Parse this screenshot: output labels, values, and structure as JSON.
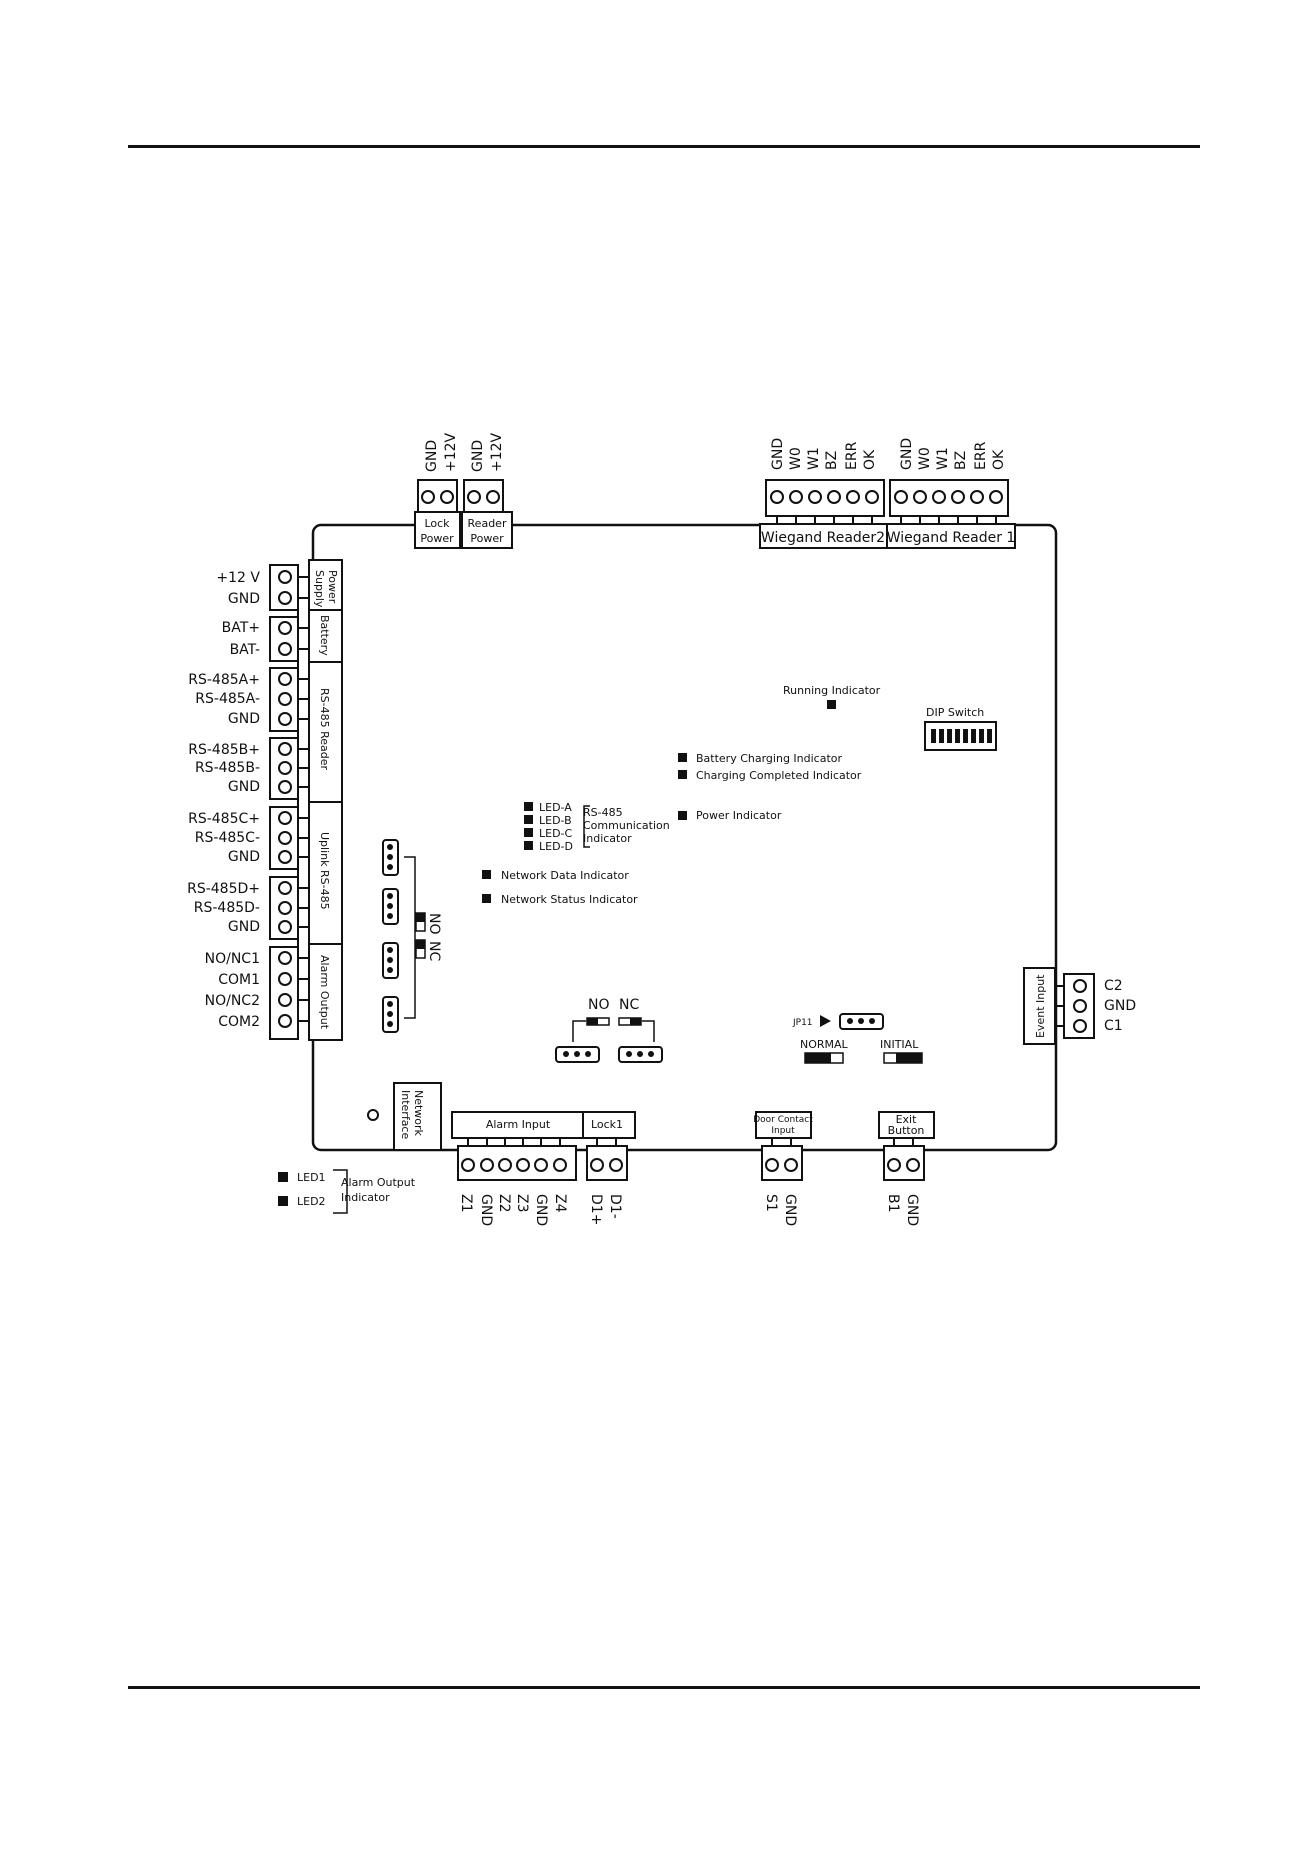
{
  "top_connectors": {
    "lock_power": {
      "pins": [
        "GND",
        "+12V"
      ],
      "label_l1": "Lock",
      "label_l2": "Power"
    },
    "reader_power": {
      "pins": [
        "GND",
        "+12V"
      ],
      "label_l1": "Reader",
      "label_l2": "Power"
    },
    "wiegand_reader2": {
      "pins": [
        "GND",
        "W0",
        "W1",
        "BZ",
        "ERR",
        "OK"
      ],
      "label": "Wiegand Reader2"
    },
    "wiegand_reader1": {
      "pins": [
        "GND",
        "W0",
        "W1",
        "BZ",
        "ERR",
        "OK"
      ],
      "label": "Wiegand Reader 1"
    }
  },
  "left_connectors": {
    "power_supply": {
      "pins": [
        "+12 V",
        "GND"
      ],
      "label_l1": "Power",
      "label_l2": "Supply"
    },
    "battery": {
      "pins": [
        "BAT+",
        "BAT-"
      ],
      "label": "Battery"
    },
    "rs485_reader_label": "RS-485 Reader",
    "rs485_a": [
      "RS-485A+",
      "RS-485A-",
      "GND"
    ],
    "rs485_b": [
      "RS-485B+",
      "RS-485B-",
      "GND"
    ],
    "uplink_label": "Uplink RS-485",
    "rs485_c": [
      "RS-485C+",
      "RS-485C-",
      "GND"
    ],
    "rs485_d": [
      "RS-485D+",
      "RS-485D-",
      "GND"
    ],
    "alarm_output": {
      "pins": [
        "NO/NC1",
        "COM1",
        "NO/NC2",
        "COM2"
      ],
      "label": "Alarm Output"
    }
  },
  "indicators": {
    "running": "Running Indicator",
    "dip_switch": "DIP Switch",
    "battery_charging": "Battery Charging Indicator",
    "charging_completed": "Charging Completed Indicator",
    "power": "Power Indicator",
    "leds": [
      "LED-A",
      "LED-B",
      "LED-C",
      "LED-D"
    ],
    "rs485_comm": [
      "RS-485",
      "Communication",
      "Indicator"
    ],
    "network_data": "Network Data Indicator",
    "network_status": "Network Status Indicator"
  },
  "jumpers": {
    "side_no": "NO",
    "side_nc": "NC",
    "mid_no": "NO",
    "mid_nc": "NC",
    "jp11": "JP11",
    "normal": "NORMAL",
    "initial": "INITIAL"
  },
  "event_input": {
    "pins": [
      "C2",
      "GND",
      "C1"
    ],
    "label": "Event Input"
  },
  "network_interface": {
    "label_l1": "Network",
    "label_l2": "Interface"
  },
  "bottom_connectors": {
    "alarm_input": {
      "pins": [
        "Z1",
        "GND",
        "Z2",
        "Z3",
        "GND",
        "Z4"
      ],
      "label": "Alarm Input"
    },
    "lock1": {
      "pins": [
        "D1+",
        "D1-"
      ],
      "label": "Lock1"
    },
    "door_contact": {
      "pins": [
        "S1",
        "GND"
      ],
      "label_l1": "Door Contact",
      "label_l2": "Input"
    },
    "exit_button": {
      "pins": [
        "B1",
        "GND"
      ],
      "label_l1": "Exit",
      "label_l2": "Button"
    }
  },
  "alarm_output_indicator": {
    "leds": [
      "LED1",
      "LED2"
    ],
    "label_l1": "Alarm Output",
    "label_l2": "Indicator"
  }
}
